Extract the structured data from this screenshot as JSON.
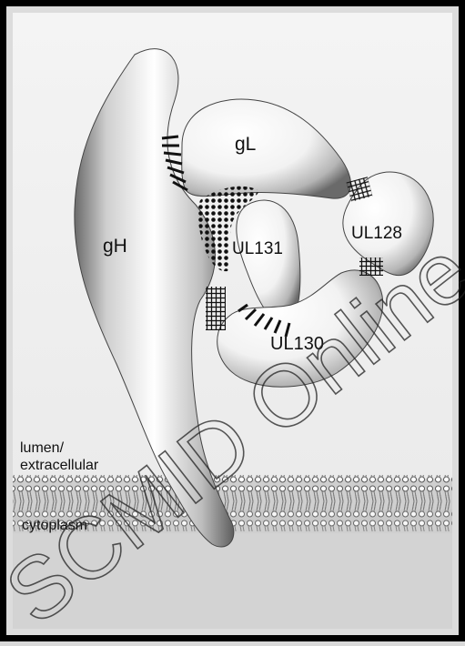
{
  "diagram": {
    "proteins": {
      "gH": "gH",
      "gL": "gL",
      "UL131": "UL131",
      "UL128": "UL128",
      "UL130": "UL130"
    },
    "compartments": {
      "lumen_line1": "lumen/",
      "lumen_line2": "extracellular",
      "cytoplasm": "cytoplasm"
    },
    "watermark": "SCMID Online ©"
  },
  "colors": {
    "frame": "#000000",
    "background": "#eeeeee",
    "cytoplasm": "#d0d0d0",
    "membrane": "#bdbdbd",
    "protein_light": "#ffffff",
    "protein_dark": "#5a5a5a"
  }
}
